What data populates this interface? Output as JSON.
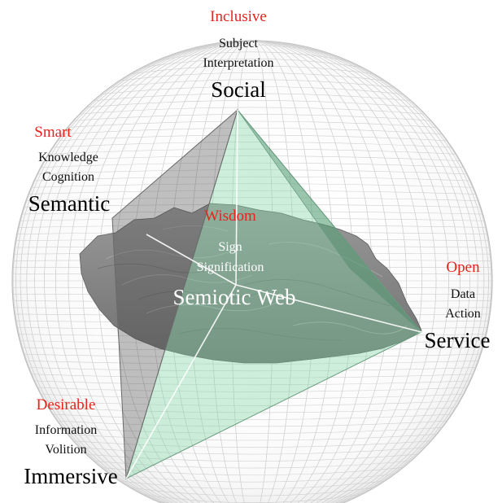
{
  "nodes": {
    "social": {
      "quality": "Inclusive",
      "line1": "Subject",
      "line2": "Interpretation",
      "name": "Social"
    },
    "semantic": {
      "quality": "Smart",
      "line1": "Knowledge",
      "line2": "Cognition",
      "name": "Semantic"
    },
    "service": {
      "quality": "Open",
      "line1": "Data",
      "line2": "Action",
      "name": "Service"
    },
    "immersive": {
      "quality": "Desirable",
      "line1": "Information",
      "line2": "Volition",
      "name": "Immersive"
    },
    "semiotic": {
      "quality": "Wisdom",
      "line1": "Sign",
      "line2": "Signification",
      "name": "Semiotic Web"
    }
  },
  "colors": {
    "accent_red": "#e8231c",
    "terrain": "#8c8c8c",
    "pyramid_green": "#7fd6a3",
    "sphere_grid": "#c9c9c9"
  }
}
